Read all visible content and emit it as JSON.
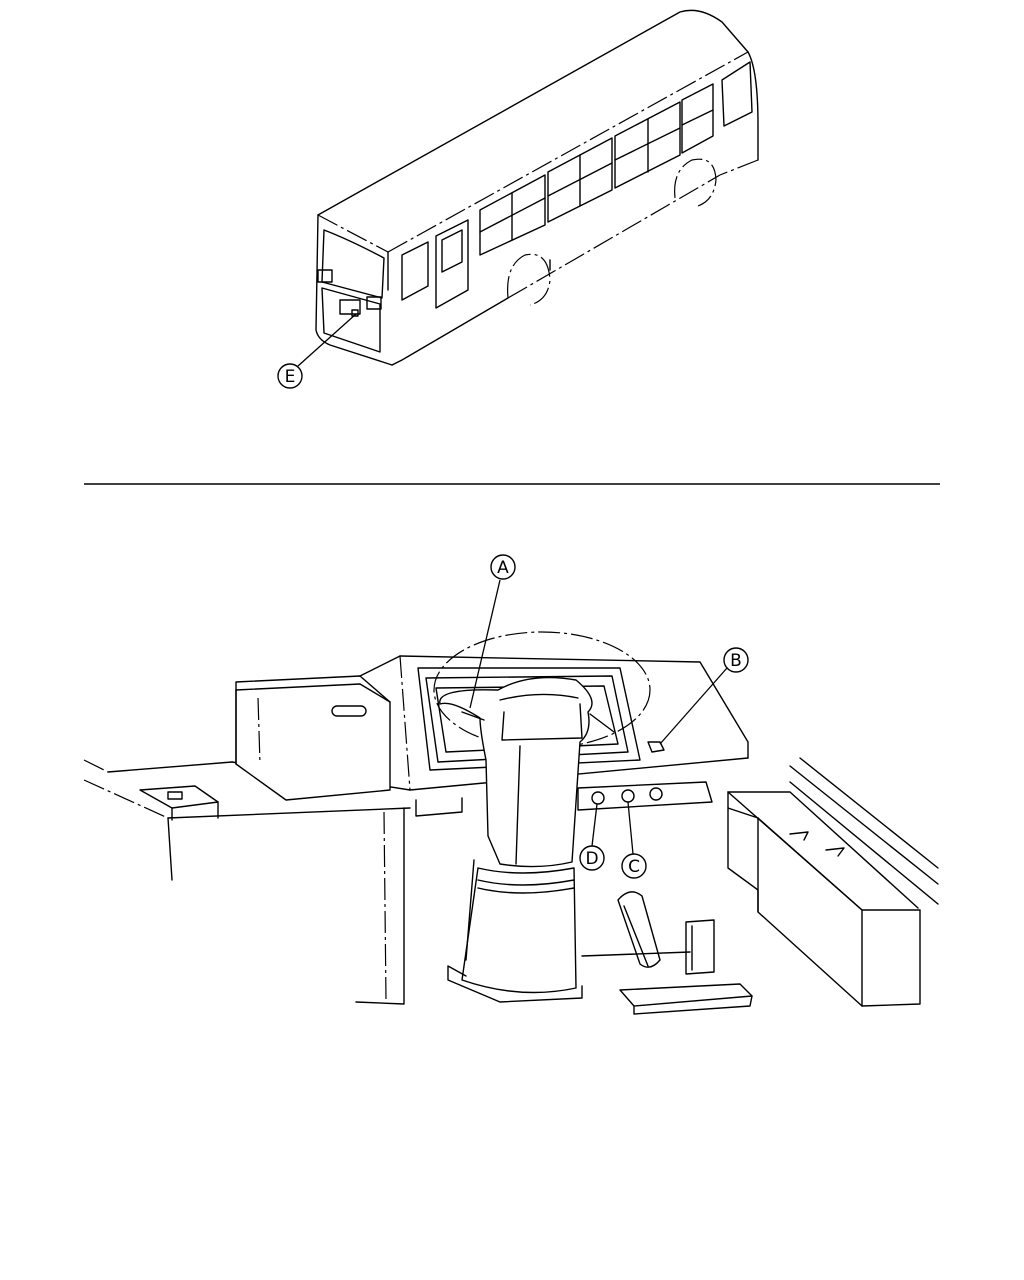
{
  "callouts": {
    "E": "E",
    "A": "A",
    "B": "B",
    "C": "C",
    "D": "D"
  }
}
